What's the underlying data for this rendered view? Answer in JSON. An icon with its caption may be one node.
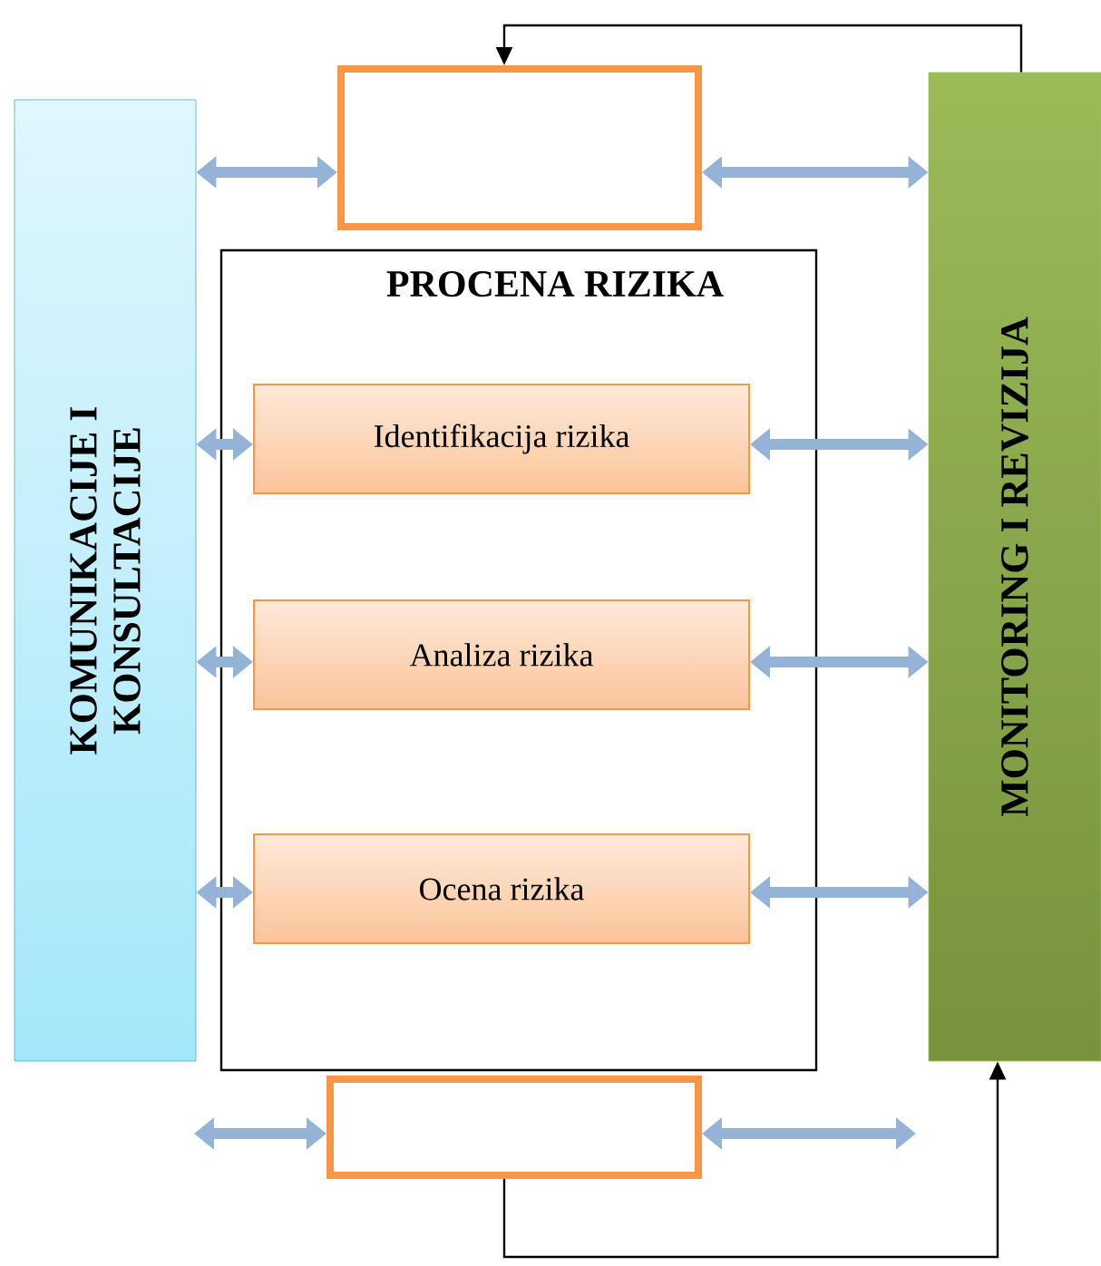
{
  "diagram": {
    "nodes": [
      {
        "text": [],
        "shape": "box"
      },
      {
        "text": [
          "KOMUNIKACIJE I KONSULTACIJE"
        ]
      },
      {
        "text": [
          "MONITORING I REVIZIJA"
        ]
      },
      {
        "text": [
          "PROCENA RIZIKA"
        ]
      },
      {
        "text": [
          "Identifikacija rizika"
        ],
        "in": 3
      },
      {
        "text": [
          "Analiza rizika"
        ],
        "in": 3
      },
      {
        "text": [
          "Ocena rizika"
        ],
        "in": 3
      },
      {
        "text": [],
        "shape": "box"
      }
    ],
    "edges": [
      {
        "from": 1,
        "to": 0,
        "arrow": "both"
      },
      {
        "from": 0,
        "to": 2,
        "arrow": "both"
      },
      {
        "from": 1,
        "to": 4,
        "arrow": "both"
      },
      {
        "from": 4,
        "to": 2,
        "arrow": "both"
      },
      {
        "from": 1,
        "to": 5,
        "arrow": "both"
      },
      {
        "from": 5,
        "to": 2,
        "arrow": "both"
      },
      {
        "from": 1,
        "to": 6,
        "arrow": "both"
      },
      {
        "from": 6,
        "to": 2,
        "arrow": "both"
      },
      {
        "from": null,
        "to": 7,
        "arrow": "both"
      },
      {
        "from": 7,
        "to": null,
        "arrow": "both"
      },
      {
        "from": 2,
        "to": 0,
        "arrow": "to",
        "color": "#000000"
      },
      {
        "from": 7,
        "to": 2,
        "arrow": "to",
        "color": "#000000"
      }
    ]
  }
}
